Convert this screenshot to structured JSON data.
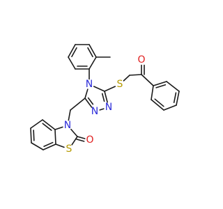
{
  "colors": {
    "bond": "#1a1a1a",
    "N": "#2b2bd9",
    "O": "#e02020",
    "S": "#b59a00",
    "background": "#ffffff"
  },
  "molecule": {
    "atoms": [
      {
        "id": "ar_c1",
        "element": "C"
      },
      {
        "id": "ar_c2",
        "element": "C"
      },
      {
        "id": "ar_c3",
        "element": "C"
      },
      {
        "id": "ar_c4",
        "element": "C"
      },
      {
        "id": "ar_c5",
        "element": "C"
      },
      {
        "id": "ar_c6",
        "element": "C"
      },
      {
        "id": "ar_me",
        "element": "C"
      },
      {
        "id": "n4",
        "element": "N",
        "label": "N"
      },
      {
        "id": "c5",
        "element": "C"
      },
      {
        "id": "n1",
        "element": "N",
        "label": "N"
      },
      {
        "id": "n2",
        "element": "N",
        "label": "N"
      },
      {
        "id": "c3",
        "element": "C"
      },
      {
        "id": "s_thio",
        "element": "S",
        "label": "S"
      },
      {
        "id": "ch2_s",
        "element": "C"
      },
      {
        "id": "c_co",
        "element": "C"
      },
      {
        "id": "o_ket",
        "element": "O",
        "label": "O"
      },
      {
        "id": "ph1",
        "element": "C"
      },
      {
        "id": "ph2",
        "element": "C"
      },
      {
        "id": "ph3",
        "element": "C"
      },
      {
        "id": "ph4",
        "element": "C"
      },
      {
        "id": "ph5",
        "element": "C"
      },
      {
        "id": "ph6",
        "element": "C"
      },
      {
        "id": "ch2_n",
        "element": "C"
      },
      {
        "id": "n_btz",
        "element": "N",
        "label": "N"
      },
      {
        "id": "c_btz",
        "element": "C"
      },
      {
        "id": "o_btz",
        "element": "O",
        "label": "O"
      },
      {
        "id": "s_btz",
        "element": "S",
        "label": "S"
      },
      {
        "id": "bz1",
        "element": "C"
      },
      {
        "id": "bz2",
        "element": "C"
      },
      {
        "id": "bz3",
        "element": "C"
      },
      {
        "id": "bz4",
        "element": "C"
      },
      {
        "id": "bz5",
        "element": "C"
      },
      {
        "id": "bz6",
        "element": "C"
      }
    ],
    "bonds": [
      {
        "a": "ar_c1",
        "b": "ar_c2",
        "order": 2
      },
      {
        "a": "ar_c2",
        "b": "ar_c3",
        "order": 1
      },
      {
        "a": "ar_c3",
        "b": "ar_c4",
        "order": 2
      },
      {
        "a": "ar_c4",
        "b": "ar_c5",
        "order": 1
      },
      {
        "a": "ar_c5",
        "b": "ar_c6",
        "order": 2
      },
      {
        "a": "ar_c6",
        "b": "ar_c1",
        "order": 1
      },
      {
        "a": "ar_c6",
        "b": "ar_me",
        "order": 1
      },
      {
        "a": "ar_c1",
        "b": "n4",
        "order": 1
      },
      {
        "a": "n4",
        "b": "c3",
        "order": 1
      },
      {
        "a": "n4",
        "b": "c5",
        "order": 1
      },
      {
        "a": "c3",
        "b": "n2",
        "order": 2
      },
      {
        "a": "n2",
        "b": "n1",
        "order": 1
      },
      {
        "a": "n1",
        "b": "c5",
        "order": 2
      },
      {
        "a": "c3",
        "b": "s_thio",
        "order": 1
      },
      {
        "a": "s_thio",
        "b": "ch2_s",
        "order": 1
      },
      {
        "a": "ch2_s",
        "b": "c_co",
        "order": 1
      },
      {
        "a": "c_co",
        "b": "o_ket",
        "order": 2
      },
      {
        "a": "c_co",
        "b": "ph1",
        "order": 1
      },
      {
        "a": "ph1",
        "b": "ph2",
        "order": 2
      },
      {
        "a": "ph2",
        "b": "ph3",
        "order": 1
      },
      {
        "a": "ph3",
        "b": "ph4",
        "order": 2
      },
      {
        "a": "ph4",
        "b": "ph5",
        "order": 1
      },
      {
        "a": "ph5",
        "b": "ph6",
        "order": 2
      },
      {
        "a": "ph6",
        "b": "ph1",
        "order": 1
      },
      {
        "a": "c5",
        "b": "ch2_n",
        "order": 1
      },
      {
        "a": "ch2_n",
        "b": "n_btz",
        "order": 1
      },
      {
        "a": "n_btz",
        "b": "c_btz",
        "order": 1
      },
      {
        "a": "c_btz",
        "b": "o_btz",
        "order": 2
      },
      {
        "a": "c_btz",
        "b": "s_btz",
        "order": 1
      },
      {
        "a": "s_btz",
        "b": "bz1",
        "order": 1
      },
      {
        "a": "bz1",
        "b": "bz6",
        "order": 1
      },
      {
        "a": "bz6",
        "b": "n_btz",
        "order": 1
      },
      {
        "a": "bz1",
        "b": "bz2",
        "order": 2
      },
      {
        "a": "bz2",
        "b": "bz3",
        "order": 1
      },
      {
        "a": "bz3",
        "b": "bz4",
        "order": 2
      },
      {
        "a": "bz4",
        "b": "bz5",
        "order": 1
      },
      {
        "a": "bz5",
        "b": "bz6",
        "order": 2
      }
    ]
  }
}
